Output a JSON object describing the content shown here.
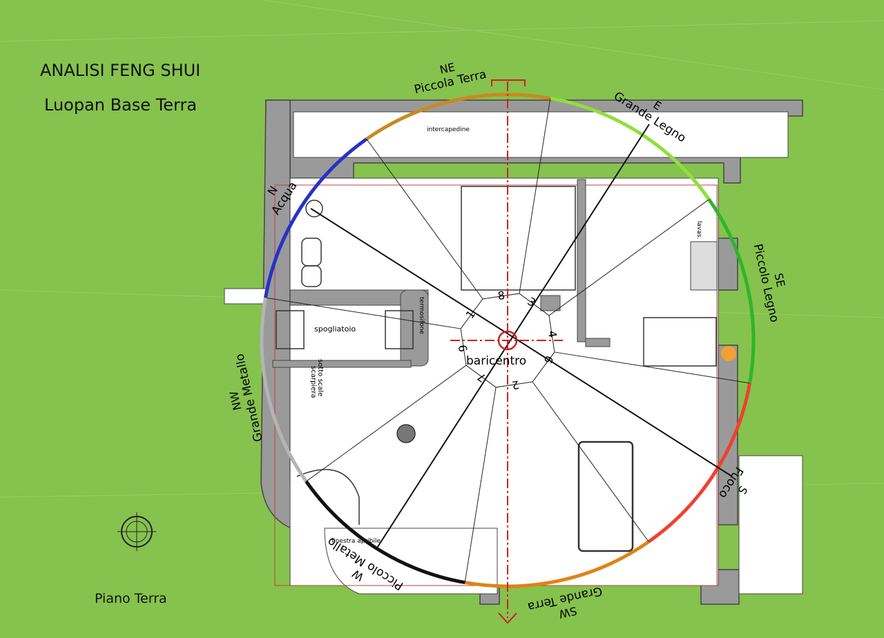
{
  "header": {
    "title": "ANALISI FENG SHUI",
    "subtitle": "Luopan Base Terra"
  },
  "floor_label": "Piano Terra",
  "rooms": {
    "intercapedine": "intercapedine",
    "lavas": "lavas.",
    "spogliatoio": "spogliatoio",
    "termosifone": "termosifone",
    "scarpiera": "scarpiera",
    "sotto_scale": "sotto scale",
    "finestra": "finestra apribile",
    "baricentro": "baricentro"
  },
  "sectors": [
    {
      "dir": "N",
      "element": "Acqua",
      "color": "#2632c8"
    },
    {
      "dir": "NE",
      "element": "Piccola Terra",
      "color": "#c98a1e"
    },
    {
      "dir": "E",
      "element": "Grande Legno",
      "color": "#8fe03a"
    },
    {
      "dir": "SE",
      "element": "Piccolo Legno",
      "color": "#2fb52a"
    },
    {
      "dir": "S",
      "element": "Fuoco",
      "color": "#f04030"
    },
    {
      "dir": "SW",
      "element": "Grande Terra",
      "color": "#dd8416"
    },
    {
      "dir": "W",
      "element": "Piccolo Metallo",
      "color": "#111111"
    },
    {
      "dir": "NW",
      "element": "Grande Metallo",
      "color": "#b4b4b4"
    }
  ],
  "lo_shu": [
    "8",
    "3",
    "1",
    "4",
    "9",
    "6",
    "7",
    "2"
  ]
}
